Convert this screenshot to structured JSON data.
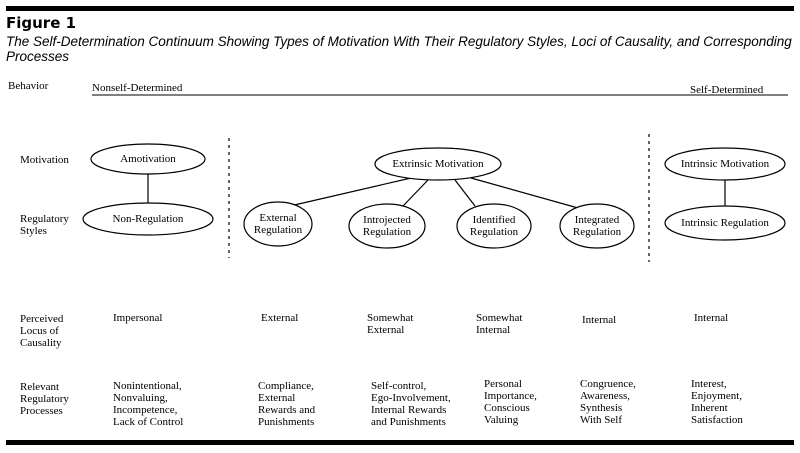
{
  "figure_label": "Figure 1",
  "figure_title": "The Self-Determination Continuum Showing Types of Motivation With Their Regulatory Styles, Loci of Causality, and Corresponding Processes",
  "behavior": {
    "label": "Behavior",
    "left_end": "Nonself-Determined",
    "right_end": "Self-Determined"
  },
  "row_labels": {
    "motivation": "Motivation",
    "regulatory_styles": "Regulatory\nStyles",
    "locus": "Perceived\nLocus of\nCausality",
    "processes": "Relevant\nRegulatory\nProcesses"
  },
  "nodes": {
    "amotivation": "Amotivation",
    "non_regulation": "Non-Regulation",
    "extrinsic_motivation": "Extrinsic Motivation",
    "external_regulation": "External\nRegulation",
    "introjected_regulation": "Introjected\nRegulation",
    "identified_regulation": "Identified\nRegulation",
    "integrated_regulation": "Integrated\nRegulation",
    "intrinsic_motivation": "Intrinsic Motivation",
    "intrinsic_regulation": "Intrinsic Regulation"
  },
  "locus": {
    "amotivation": "Impersonal",
    "external": "External",
    "introjected": "Somewhat\nExternal",
    "identified": "Somewhat\nInternal",
    "integrated": "Internal",
    "intrinsic": "Internal"
  },
  "processes": {
    "amotivation": "Nonintentional,\nNonvaluing,\nIncompetence,\nLack of Control",
    "external": "Compliance,\nExternal\nRewards and\nPunishments",
    "introjected": "Self-control,\nEgo-Involvement,\nInternal Rewards\nand Punishments",
    "identified": "Personal\nImportance,\nConscious\nValuing",
    "integrated": "Congruence,\nAwareness,\nSynthesis\nWith Self",
    "intrinsic": "Interest,\nEnjoyment,\nInherent\nSatisfaction"
  }
}
